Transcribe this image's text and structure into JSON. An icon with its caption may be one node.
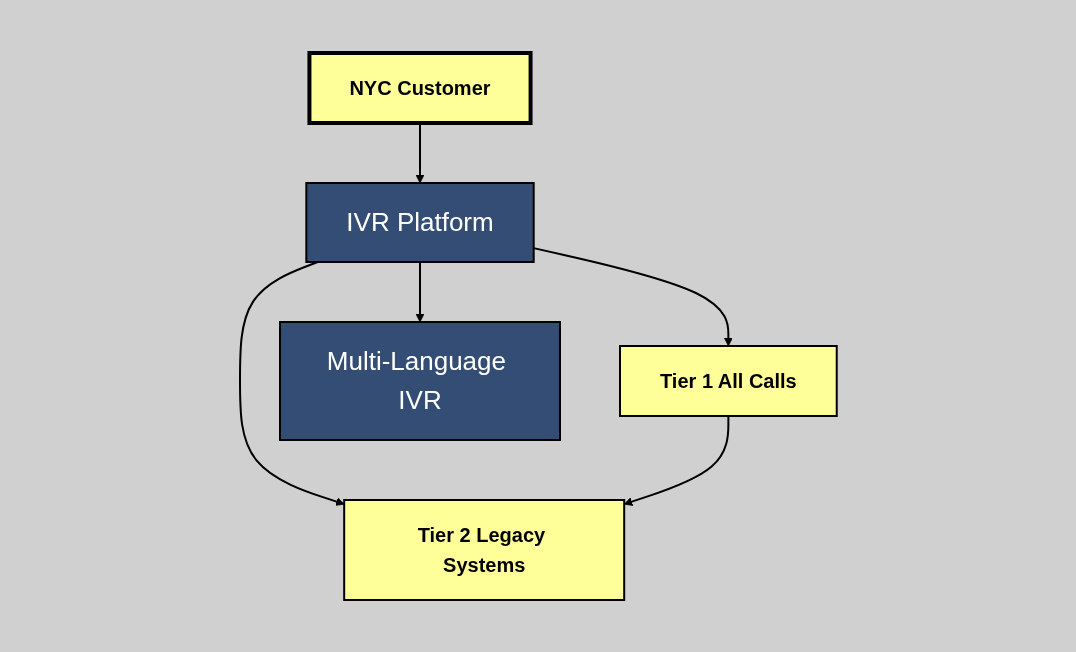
{
  "diagram": {
    "nodes": [
      {
        "text": [
          "NYC Customer"
        ]
      },
      {
        "text": [
          "IVR Platform"
        ]
      },
      {
        "text": [
          "Tier 1 All Calls"
        ]
      },
      {
        "text": [
          "Tier 2 Legacy Systems"
        ]
      },
      {
        "text": [
          "Multi-Language IVR"
        ]
      }
    ],
    "edges": [
      {
        "from": 0,
        "to": 1,
        "arrow": "to"
      },
      {
        "from": 1,
        "to": 3,
        "arrow": "to"
      },
      {
        "from": 1,
        "to": 2,
        "arrow": "to"
      },
      {
        "from": 1,
        "to": 4,
        "arrow": "to"
      },
      {
        "from": 2,
        "to": 3,
        "arrow": "to"
      }
    ]
  }
}
